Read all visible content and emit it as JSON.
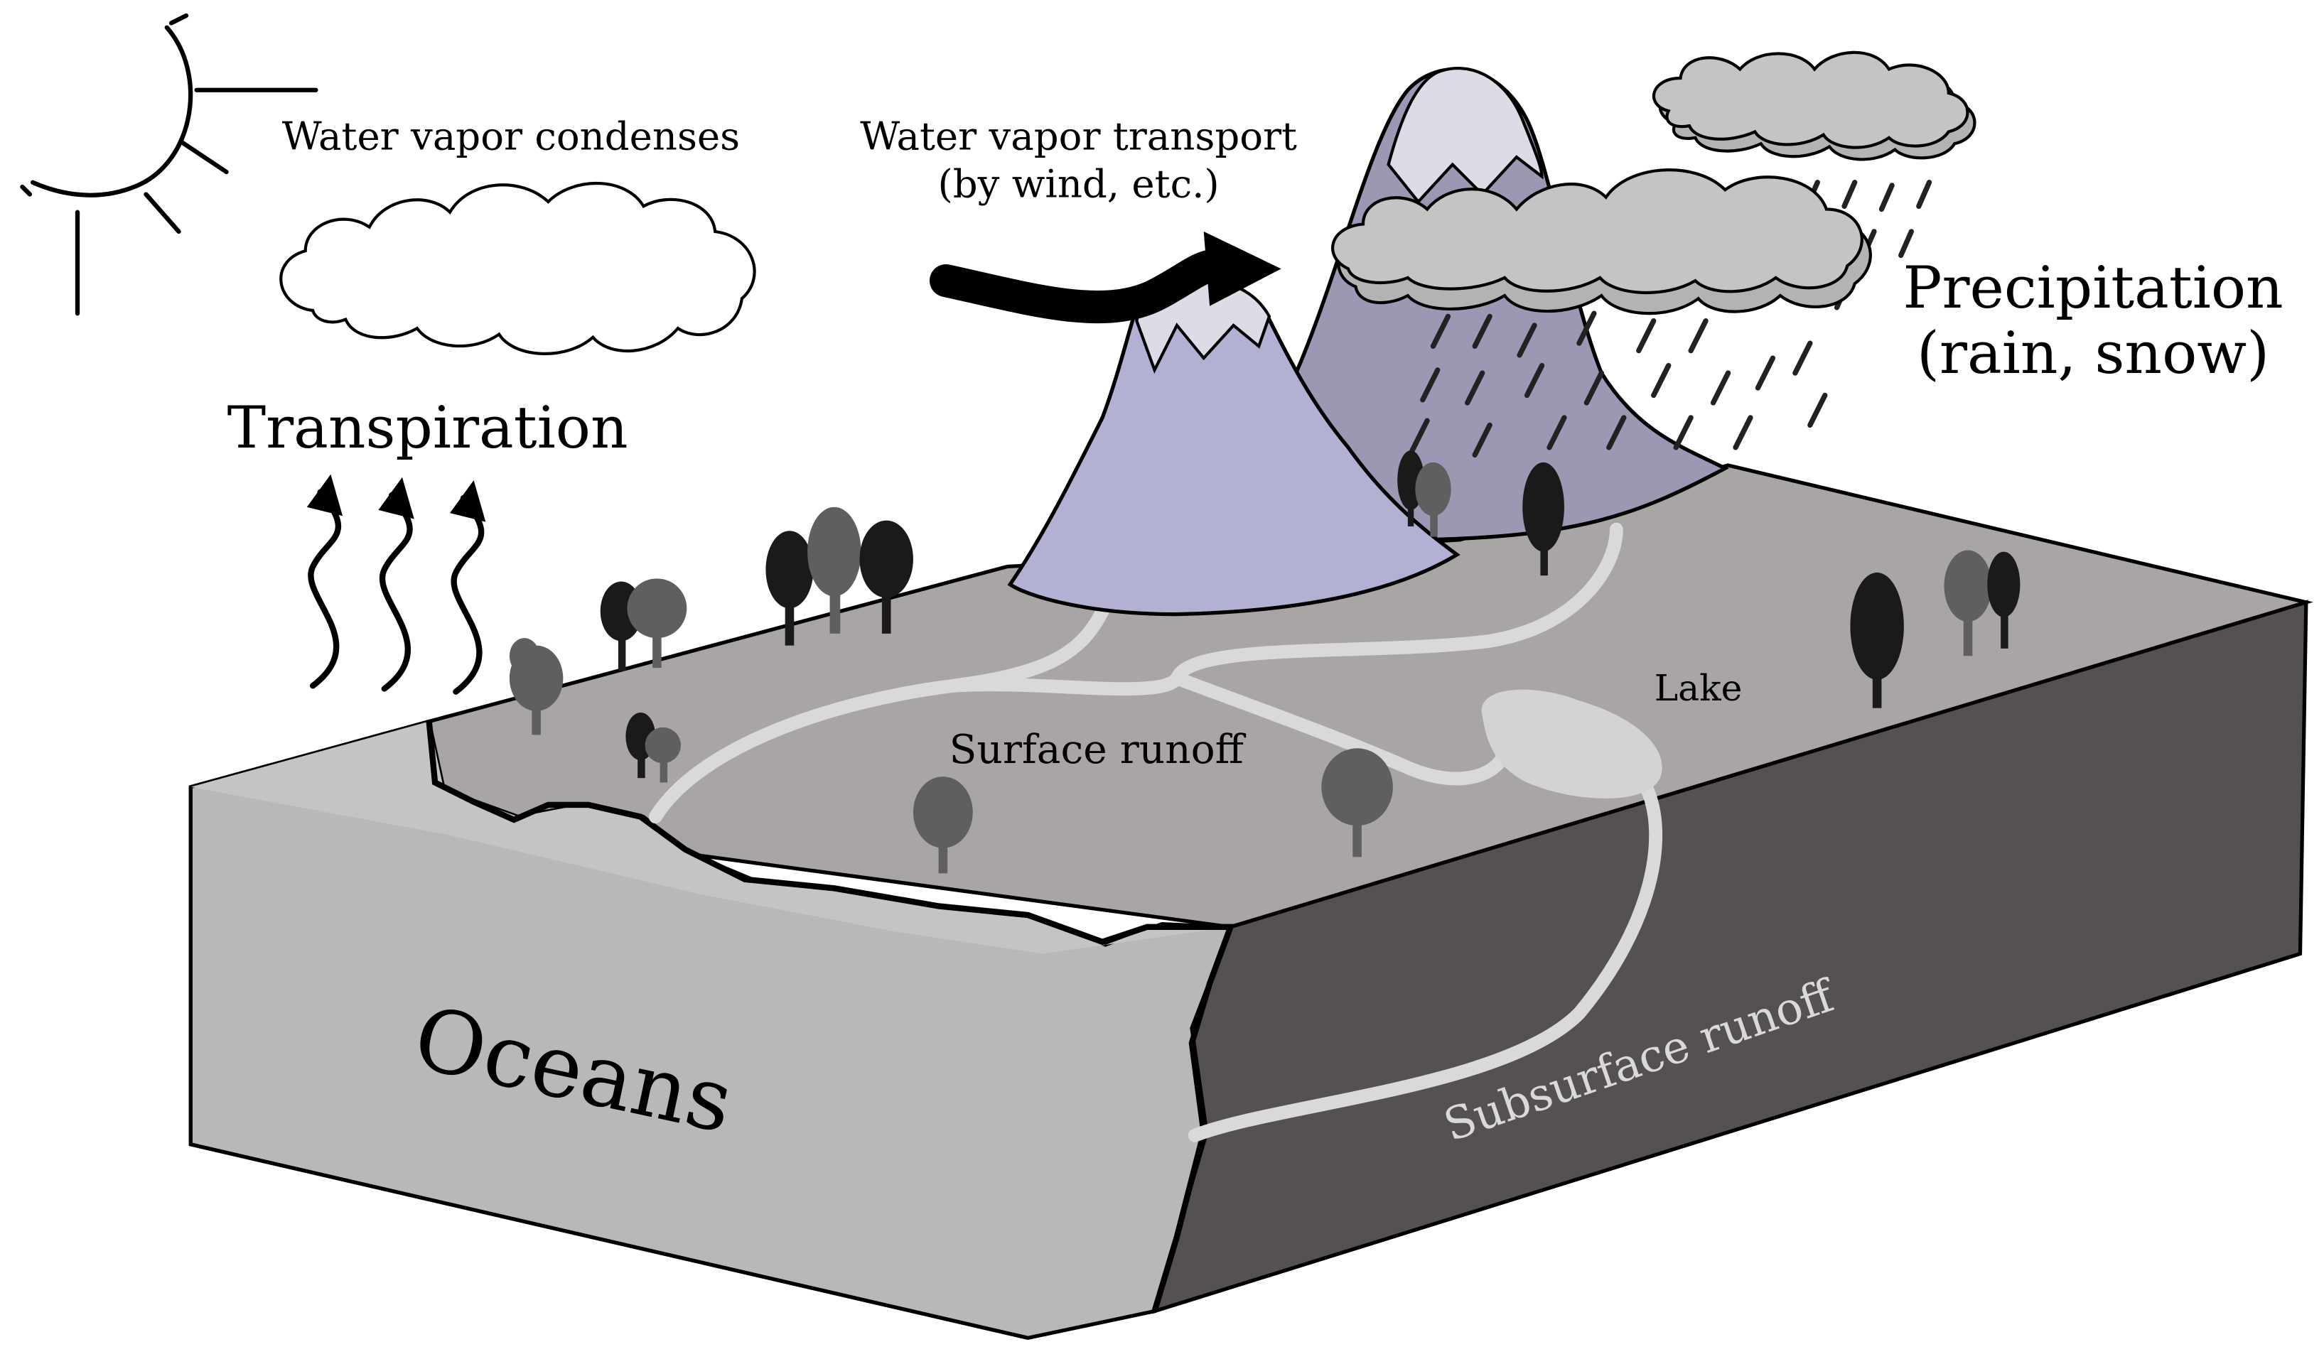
{
  "labels": {
    "water_vapor_condenses": "Water vapor condenses",
    "water_vapor_transport_line1": "Water vapor transport",
    "water_vapor_transport_line2": "(by wind, etc.)",
    "precipitation_line1": "Precipitation",
    "precipitation_line2": "(rain, snow)",
    "transpiration": "Transpiration",
    "lake": "Lake",
    "surface_runoff": "Surface runoff",
    "oceans": "Oceans",
    "subsurface_runoff": "Subsurface runoff"
  },
  "colors": {
    "land_top": "#a9a5a5",
    "ocean_face": "#b8b8b8",
    "front_face": "#555152",
    "mountain_front": "#b2b1d3",
    "mountain_back": "#9b98b3",
    "snow_cap": "#dcdbe6",
    "runoff": "#d9d9d9",
    "cloud_gray": "#bcbcbc",
    "tree_dark": "#1a1a1a",
    "tree_gray": "#5f5f5f"
  }
}
